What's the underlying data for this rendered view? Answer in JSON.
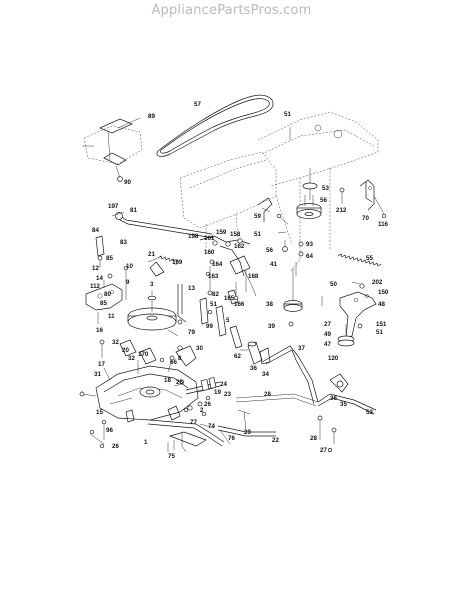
{
  "watermark": "AppliancePartsPros.com",
  "colors": {
    "watermark": "#b9b9b9",
    "ink": "#1a1a1a",
    "background": "#ffffff"
  },
  "callouts": [
    {
      "id": "c57",
      "text": "57"
    },
    {
      "id": "c89",
      "text": "89"
    },
    {
      "id": "c51a",
      "text": "51"
    },
    {
      "id": "c90",
      "text": "90"
    },
    {
      "id": "c53",
      "text": "53"
    },
    {
      "id": "c212",
      "text": "212"
    },
    {
      "id": "c70",
      "text": "70"
    },
    {
      "id": "c116",
      "text": "116"
    },
    {
      "id": "c197",
      "text": "197"
    },
    {
      "id": "c81",
      "text": "81"
    },
    {
      "id": "c59",
      "text": "59"
    },
    {
      "id": "c56a",
      "text": "56"
    },
    {
      "id": "c51b",
      "text": "51"
    },
    {
      "id": "c198",
      "text": "198"
    },
    {
      "id": "c161",
      "text": "161"
    },
    {
      "id": "c159",
      "text": "159"
    },
    {
      "id": "c158",
      "text": "158"
    },
    {
      "id": "c84",
      "text": "84"
    },
    {
      "id": "c83",
      "text": "83"
    },
    {
      "id": "c85a",
      "text": "85"
    },
    {
      "id": "c21",
      "text": "21"
    },
    {
      "id": "c169",
      "text": "169"
    },
    {
      "id": "c160",
      "text": "160"
    },
    {
      "id": "c164",
      "text": "164"
    },
    {
      "id": "c162",
      "text": "162"
    },
    {
      "id": "c56b",
      "text": "56"
    },
    {
      "id": "c93",
      "text": "93"
    },
    {
      "id": "c64",
      "text": "64"
    },
    {
      "id": "c41",
      "text": "41"
    },
    {
      "id": "c55",
      "text": "55"
    },
    {
      "id": "c12",
      "text": "12"
    },
    {
      "id": "c14",
      "text": "14"
    },
    {
      "id": "c112",
      "text": "112"
    },
    {
      "id": "c80",
      "text": "80"
    },
    {
      "id": "c85b",
      "text": "85"
    },
    {
      "id": "c10",
      "text": "10"
    },
    {
      "id": "c9",
      "text": "9"
    },
    {
      "id": "c13",
      "text": "13"
    },
    {
      "id": "c163",
      "text": "163"
    },
    {
      "id": "c168",
      "text": "168"
    },
    {
      "id": "c82",
      "text": "82"
    },
    {
      "id": "c165",
      "text": "165"
    },
    {
      "id": "c166",
      "text": "166"
    },
    {
      "id": "c50",
      "text": "50"
    },
    {
      "id": "c202",
      "text": "202"
    },
    {
      "id": "c150",
      "text": "150"
    },
    {
      "id": "c48",
      "text": "48"
    },
    {
      "id": "c3",
      "text": "3"
    },
    {
      "id": "c11",
      "text": "11"
    },
    {
      "id": "c51c",
      "text": "51"
    },
    {
      "id": "c38",
      "text": "38"
    },
    {
      "id": "c79",
      "text": "79"
    },
    {
      "id": "c99",
      "text": "99"
    },
    {
      "id": "c5",
      "text": "5"
    },
    {
      "id": "c39",
      "text": "39"
    },
    {
      "id": "c27a",
      "text": "27"
    },
    {
      "id": "c151",
      "text": "151"
    },
    {
      "id": "c51d",
      "text": "51"
    },
    {
      "id": "c49",
      "text": "49"
    },
    {
      "id": "c47",
      "text": "47"
    },
    {
      "id": "c120",
      "text": "120"
    },
    {
      "id": "c16",
      "text": "16"
    },
    {
      "id": "c32a",
      "text": "32"
    },
    {
      "id": "c20",
      "text": "20"
    },
    {
      "id": "c30",
      "text": "30"
    },
    {
      "id": "c32b",
      "text": "32"
    },
    {
      "id": "c170",
      "text": "170"
    },
    {
      "id": "c8",
      "text": "8"
    },
    {
      "id": "c66",
      "text": "66"
    },
    {
      "id": "c62",
      "text": "62"
    },
    {
      "id": "c36a",
      "text": "36"
    },
    {
      "id": "c34",
      "text": "34"
    },
    {
      "id": "c37",
      "text": "37"
    },
    {
      "id": "c17",
      "text": "17"
    },
    {
      "id": "c31",
      "text": "31"
    },
    {
      "id": "c18",
      "text": "18"
    },
    {
      "id": "c25",
      "text": "25"
    },
    {
      "id": "c24",
      "text": "24"
    },
    {
      "id": "c19",
      "text": "19"
    },
    {
      "id": "c23",
      "text": "23"
    },
    {
      "id": "c26a",
      "text": "26"
    },
    {
      "id": "c28",
      "text": "28"
    },
    {
      "id": "c36b",
      "text": "36"
    },
    {
      "id": "c35",
      "text": "35"
    },
    {
      "id": "c53b",
      "text": "53"
    },
    {
      "id": "c2",
      "text": "2"
    },
    {
      "id": "c15",
      "text": "15"
    },
    {
      "id": "c77",
      "text": "77"
    },
    {
      "id": "c96",
      "text": "96"
    },
    {
      "id": "c26b",
      "text": "26"
    },
    {
      "id": "c1",
      "text": "1"
    },
    {
      "id": "c74",
      "text": "74"
    },
    {
      "id": "c76",
      "text": "76"
    },
    {
      "id": "c75",
      "text": "75"
    },
    {
      "id": "c29",
      "text": "29"
    },
    {
      "id": "c22",
      "text": "22"
    },
    {
      "id": "c27b",
      "text": "27"
    },
    {
      "id": "c28b",
      "text": "28"
    }
  ]
}
